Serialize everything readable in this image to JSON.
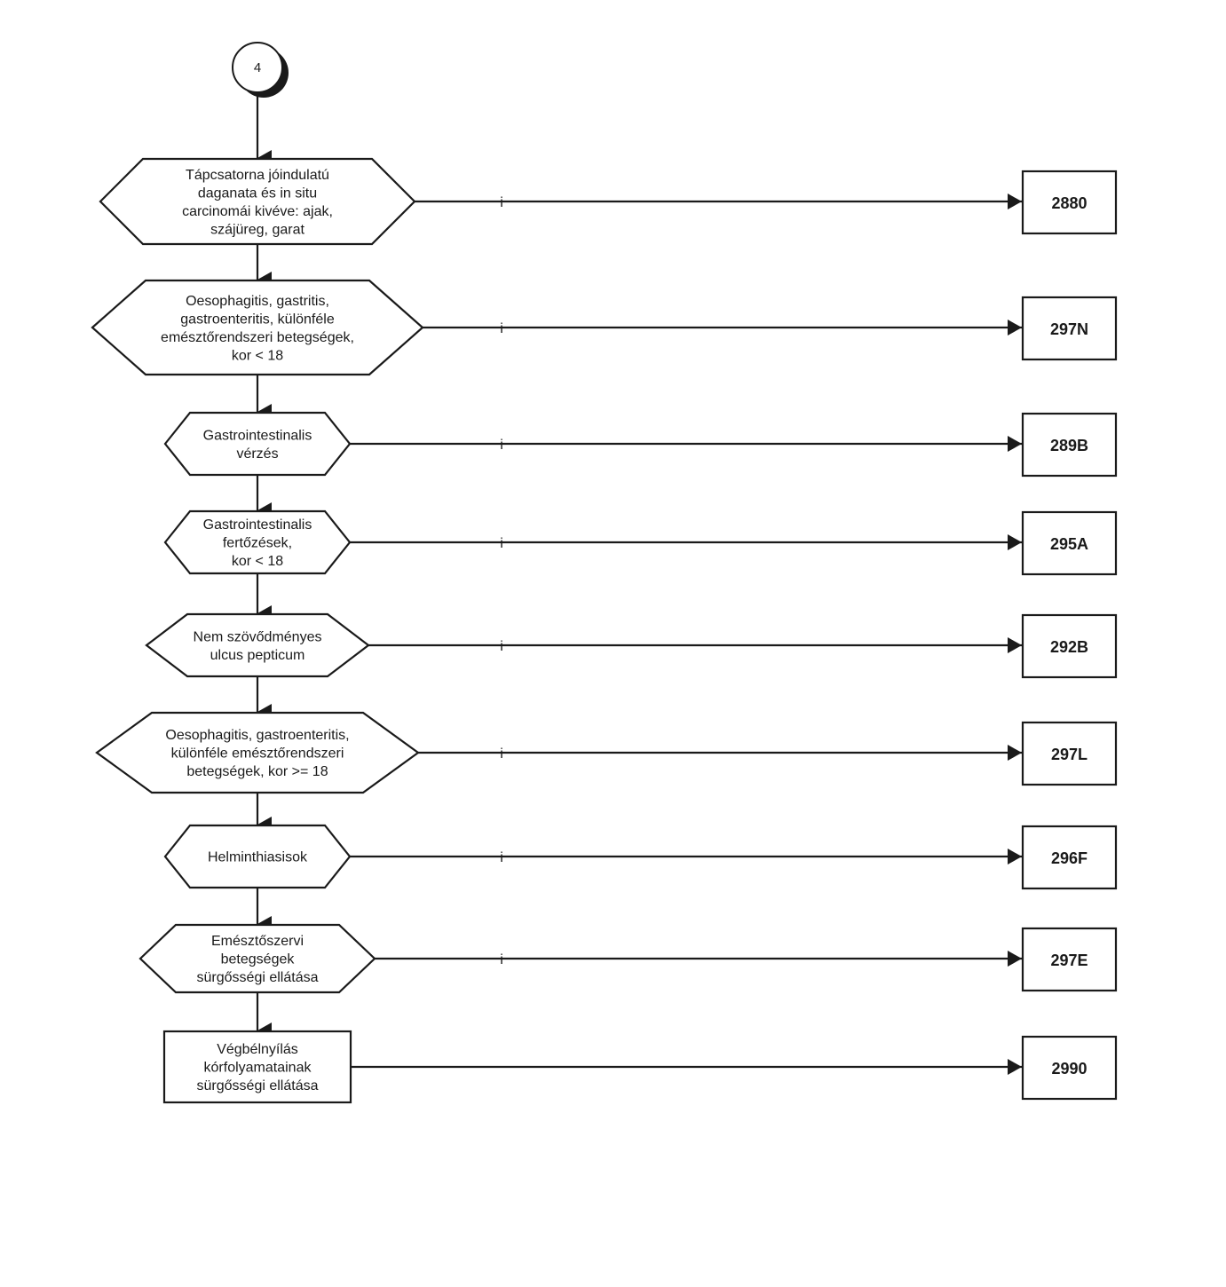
{
  "connector": {
    "label": "4"
  },
  "steps": [
    {
      "lines": [
        "Tápcsatorna jóindulatú",
        "daganata és in situ",
        "carcinomái kivéve: ajak,",
        "szájüreg, garat"
      ],
      "branch_label": "i",
      "target": "2880"
    },
    {
      "lines": [
        "Oesophagitis, gastritis,",
        "gastroenteritis, különféle",
        "emésztőrendszeri betegségek,",
        "kor < 18"
      ],
      "branch_label": "i",
      "target": "297N"
    },
    {
      "lines": [
        "Gastrointestinalis",
        "vérzés"
      ],
      "branch_label": "i",
      "target": "289B"
    },
    {
      "lines": [
        "Gastrointestinalis",
        "fertőzések,",
        "kor < 18"
      ],
      "branch_label": "i",
      "target": "295A"
    },
    {
      "lines": [
        "Nem szövődményes",
        "ulcus pepticum"
      ],
      "branch_label": "i",
      "target": "292B"
    },
    {
      "lines": [
        "Oesophagitis, gastroenteritis,",
        "különféle emésztőrendszeri",
        "betegségek, kor >= 18"
      ],
      "branch_label": "i",
      "target": "297L"
    },
    {
      "lines": [
        "Helminthiasisok"
      ],
      "branch_label": "i",
      "target": "296F"
    },
    {
      "lines": [
        "Emésztőszervi",
        "betegségek",
        "sürgősségi ellátása"
      ],
      "branch_label": "i",
      "target": "297E"
    },
    {
      "lines": [
        "Végbélnyílás",
        "kórfolyamatainak",
        "sürgősségi ellátása"
      ],
      "branch_label": "",
      "target": "2990"
    }
  ]
}
